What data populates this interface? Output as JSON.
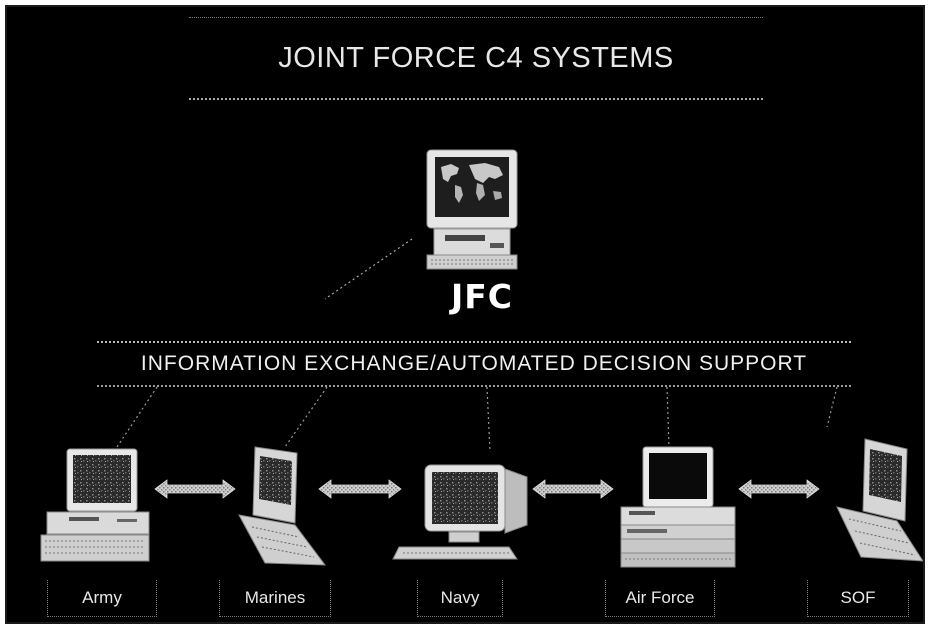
{
  "title": "JOINT FORCE C4 SYSTEMS",
  "hub": {
    "label": "JFC",
    "icon": "desktop-computer-world-map-icon"
  },
  "banner": "INFORMATION EXCHANGE/AUTOMATED DECISION SUPPORT",
  "services": [
    {
      "label": "Army",
      "icon": "desktop-computer-icon"
    },
    {
      "label": "Marines",
      "icon": "laptop-computer-icon"
    },
    {
      "label": "Navy",
      "icon": "crt-workstation-icon"
    },
    {
      "label": "Air Force",
      "icon": "tower-computer-icon"
    },
    {
      "label": "SOF",
      "icon": "laptop-computer-icon"
    }
  ],
  "colors": {
    "background": "#000000",
    "text": "#e8e8e8",
    "lines": "#bbbbbb"
  }
}
